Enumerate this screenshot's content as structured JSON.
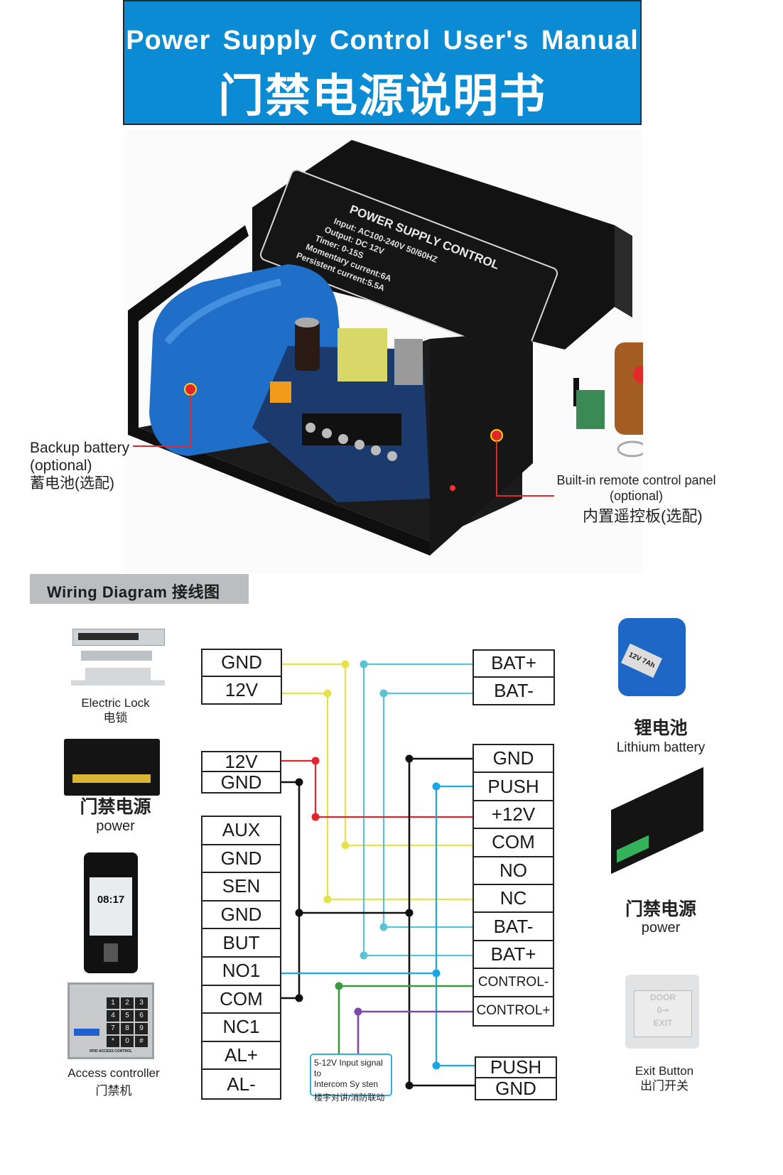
{
  "header": {
    "title_en": "Power Supply Control User's Manual",
    "title_zh": "门禁电源说明书",
    "bg_color": "#0a8bd3"
  },
  "product_photo": {
    "nameplate": {
      "title": "POWER SUPPLY CONTROL",
      "lines": [
        "Input:  AC100-240V 50/60HZ",
        "Output:  DC 12V",
        "Timer:  0-15S",
        "Momentary  current:6A",
        "Persistent  current:5.5A"
      ]
    },
    "callouts": {
      "battery": {
        "en1": "Backup  battery",
        "en2": "(optional)",
        "zh": "蓄电池(选配)"
      },
      "remote": {
        "en1": "Built-in remote control panel",
        "en2": "(optional)",
        "zh": "内置遥控板(选配)"
      }
    },
    "callout_color": "#e3262b"
  },
  "wiring": {
    "heading": "Wiring  Diagram  接线图",
    "devices_left": [
      {
        "en": "Electric  Lock",
        "zh": "电锁"
      },
      {
        "zh": "门禁电源",
        "en": "power"
      },
      {
        "screen_time": "08:17"
      },
      {
        "en": "Access  controller",
        "zh": "门禁机",
        "keypad": [
          "1",
          "2",
          "3",
          "4",
          "5",
          "6",
          "7",
          "8",
          "9",
          "*",
          "0",
          "#"
        ],
        "keypad_label": "RFID ACCESS CONTROL"
      }
    ],
    "devices_right": [
      {
        "zh": "锂电池",
        "en": "Lithium  battery",
        "battery_label": "12V 7Ah"
      },
      {
        "zh": "门禁电源",
        "en": "power"
      },
      {
        "en": "Exit  Button",
        "zh": "出门开关",
        "face": [
          "DOOR",
          "EXIT"
        ]
      }
    ],
    "lock_terminals": [
      "GND",
      "12V"
    ],
    "power_terminals": [
      "12V",
      "GND"
    ],
    "controller_terminals": [
      "AUX",
      "GND",
      "SEN",
      "GND",
      "BUT",
      "NO1",
      "COM",
      "NC1",
      "AL+",
      "AL-"
    ],
    "battery_terminals": [
      "BAT+",
      "BAT-"
    ],
    "psu_terminals": [
      "GND",
      "PUSH",
      "+12V",
      "COM",
      "NO",
      "NC",
      "BAT-",
      "BAT+",
      "CONTROL-",
      "CONTROL+"
    ],
    "exit_terminals": [
      "PUSH",
      "GND"
    ],
    "signal_note": {
      "line1": "5-12V  Input  signal  to",
      "line2": "Intercom  Sy  sten",
      "line3": "楼宇对讲/消防联动"
    },
    "wire_colors": {
      "yellow": "#e6e34a",
      "cyan": "#5bc3d6",
      "blue": "#19a6e6",
      "red": "#e3262b",
      "black": "#111111",
      "green": "#3c9a3c",
      "purple": "#7c4aa8"
    }
  }
}
